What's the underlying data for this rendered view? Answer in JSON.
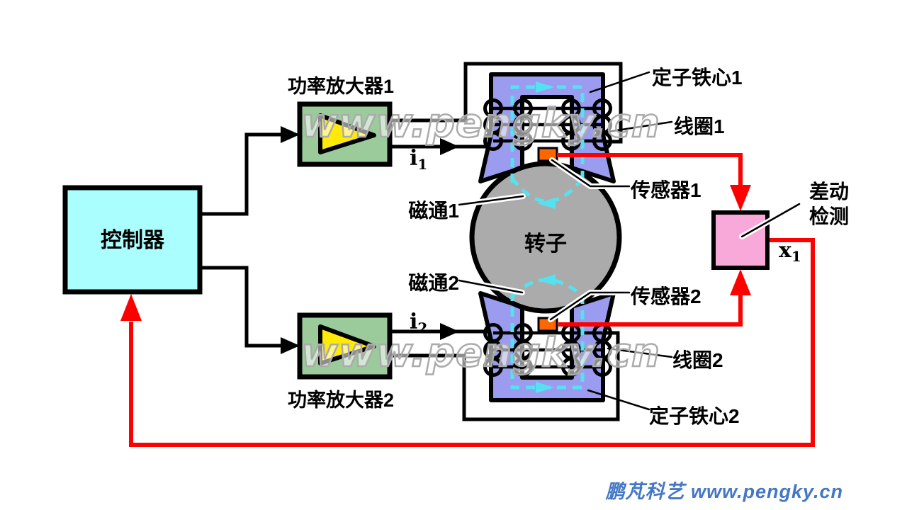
{
  "diagram": {
    "controller_label": "控制器",
    "amplifier1_label": "功率放大器1",
    "amplifier2_label": "功率放大器2",
    "rotor_label": "转子",
    "stator_core1_label": "定子铁心1",
    "coil1_label": "线圈1",
    "sensor1_label": "传感器1",
    "flux1_label": "磁通1",
    "flux2_label": "磁通2",
    "sensor2_label": "传感器2",
    "coil2_label": "线圈2",
    "stator_core2_label": "定子铁心2",
    "diff_detect_line1": "差动",
    "diff_detect_line2": "检测",
    "current1_base": "i",
    "current1_sub": "1",
    "current2_base": "i",
    "current2_sub": "2",
    "output_base": "x",
    "output_sub": "1"
  },
  "watermark_text": "www.pengky.cn",
  "footer_text": "鹏芃科艺 www.pengky.cn",
  "colors": {
    "controller_fill": "#AAFEFE",
    "amplifier_fill": "#9BCB9B",
    "triangle_fill": "#FFE908",
    "core_fill": "#9B9BEF",
    "rotor_fill": "#ABABAB",
    "sensor_fill": "#FF6600",
    "detector_fill": "#F9A9D9",
    "signal_red": "#FF0000",
    "flux_cyan": "#55E2F0",
    "wire_black": "#000000",
    "footer_blue": "#4477C6"
  }
}
